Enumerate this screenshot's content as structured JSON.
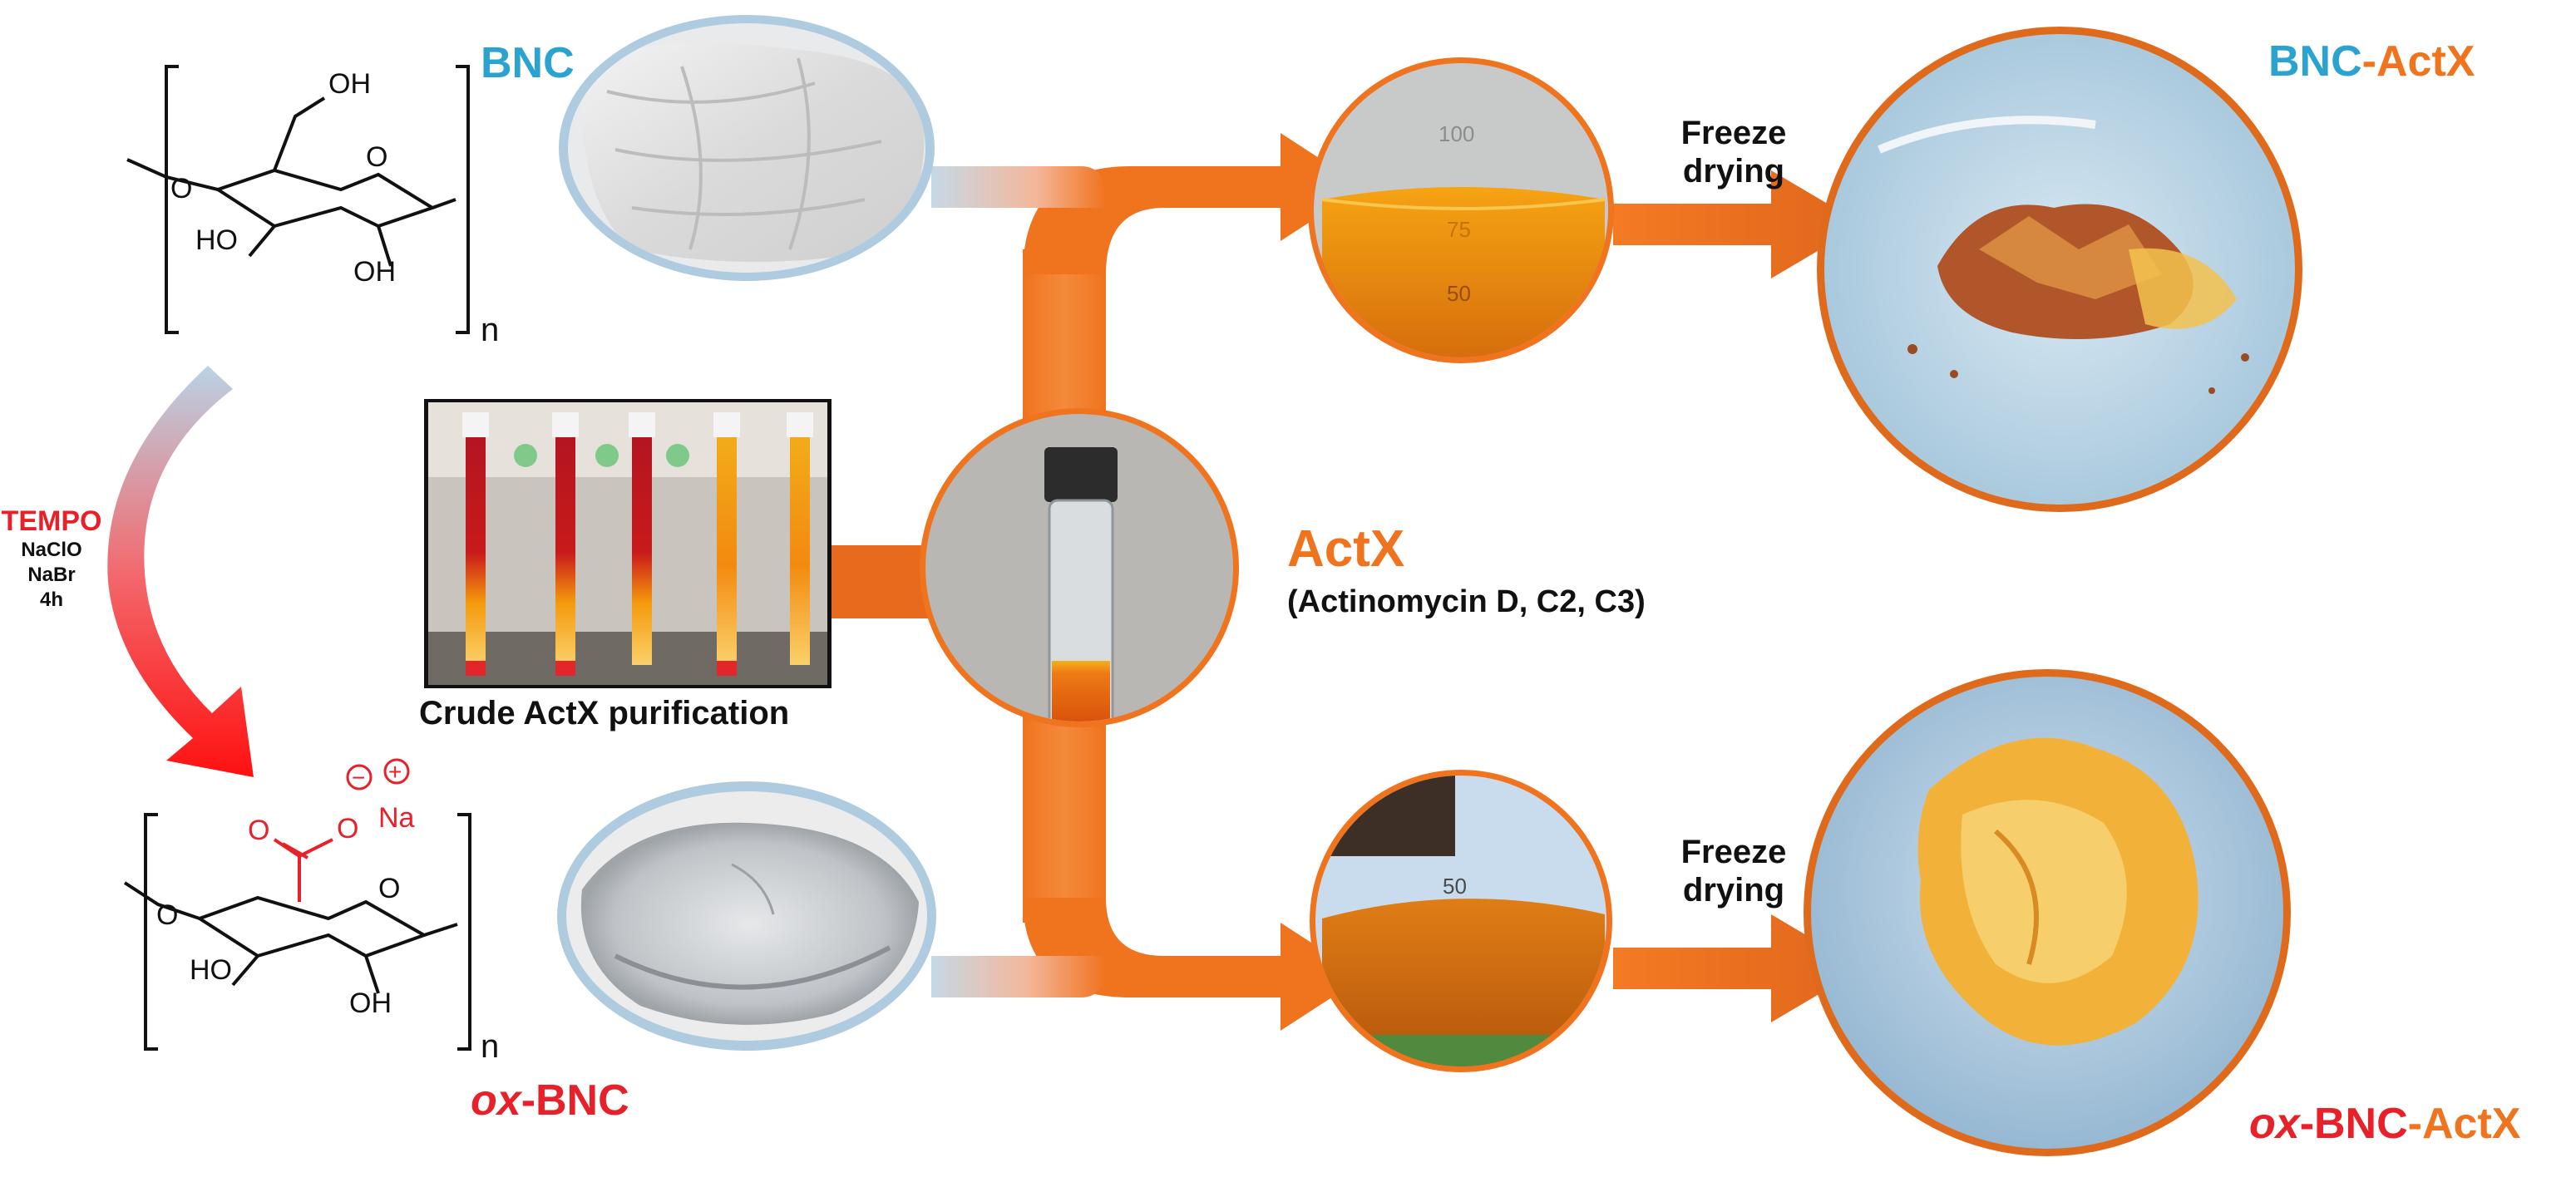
{
  "labels": {
    "bnc": "BNC",
    "ox_bnc_prefix": "ox",
    "ox_bnc_suffix": "-BNC",
    "tempo": "TEMPO",
    "naclo": "NaClO",
    "nabr": "NaBr",
    "time": "4h",
    "crude": "Crude ActX purification",
    "actx": "ActX",
    "actx_detail": "(Actinomycin D, C2, C3)",
    "freeze_top_1": "Freeze",
    "freeze_top_2": "drying",
    "freeze_bottom_1": "Freeze",
    "freeze_bottom_2": "drying",
    "bnc_actx_part1": "BNC",
    "bnc_actx_part2": "-ActX",
    "ox_bnc_actx_part1": "ox",
    "ox_bnc_actx_part2": "-BNC",
    "ox_bnc_actx_part3": "-ActX"
  },
  "structure_top": {
    "oh1": "OH",
    "o_ring": "O",
    "o_link": "O",
    "ho": "HO",
    "oh2": "OH",
    "n": "n"
  },
  "structure_bottom": {
    "o_carbonyl": "O",
    "o_anion": "O",
    "minus": "−",
    "na": "Na",
    "plus": "+",
    "o_ring": "O",
    "o_link": "O",
    "ho": "HO",
    "oh": "OH",
    "n": "n"
  },
  "beaker_top_marks": [
    "100",
    "75",
    "50"
  ],
  "beaker_bottom_marks": [
    "50"
  ],
  "colors": {
    "blue": "#2aa3d1",
    "orange": "#f0731e",
    "red": "#e8202a",
    "dark_orange": "#e0661c"
  }
}
